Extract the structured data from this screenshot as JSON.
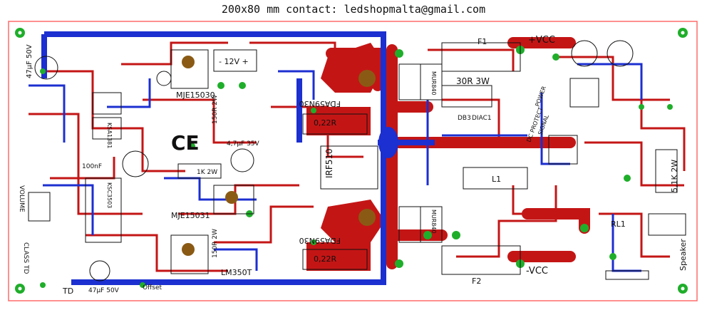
{
  "header": "200x80 mm  contact: ledshopmalta@gmail.com",
  "labels": {
    "vcc_pos": "+VCC",
    "vcc_neg": "-VCC",
    "minus12v": "- 12V +",
    "cap47_left": "47µF 50V",
    "cap47_bottom": "47µF 50V",
    "cap47_35": "4,7µF 35V",
    "mje_top": "MJE15030",
    "mje_bottom": "MJE15031",
    "r150_top": "150R 2W",
    "r150_bottom": "150R 2W",
    "r1k2w": "1K 2W",
    "lm350t": "LM350T",
    "fdaq_top": "FDA59N30",
    "fdaq_bottom": "FDA59N30",
    "r022_top": "0,22R",
    "r022_bottom": "0,22R",
    "irf510": "IRF510",
    "r30": "30R  3W",
    "f1": "F1",
    "f2": "F2",
    "l1": "L1",
    "db3": "DB3",
    "diac1": "DIAC1",
    "rl1": "RL1",
    "speaker": "Speaker",
    "r51k": "5,1K 2W",
    "ksa_top": "KSA1381",
    "ksc_bottom": "KSC3503",
    "n100nf": "100nF",
    "volume": "VOLUME",
    "class_td": "CLASS TD",
    "offset": "Offset",
    "pwr": "POWER",
    "signal": "SIGNAL",
    "protect": "DC PROTECT",
    "mur_top": "MUR840",
    "mur_bottom": "MUR840",
    "ce": "CE",
    "td": "TD",
    "plus": "+"
  },
  "colors": {
    "board_edge": "#ff6b6b",
    "trace_red": "#c41515",
    "trace_blue": "#1c2fd0",
    "pad_green": "#1fae2a",
    "pad_brown": "#8a5a14",
    "silk": "#111111"
  }
}
